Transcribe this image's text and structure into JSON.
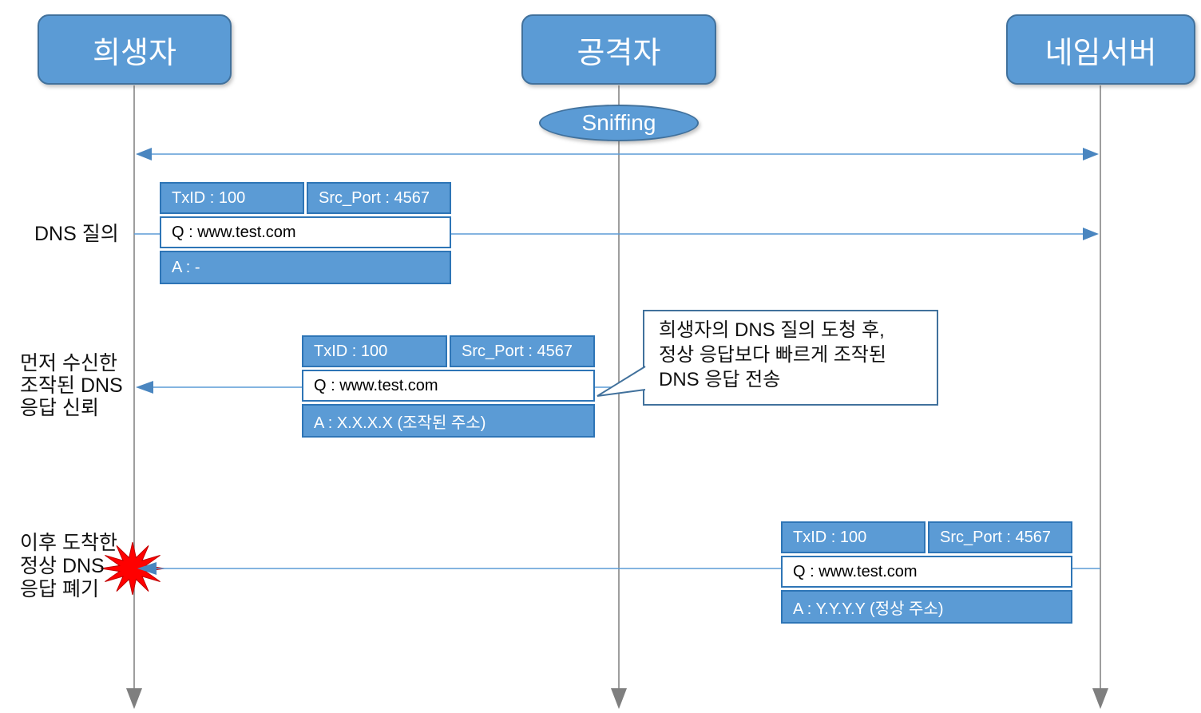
{
  "actors": {
    "victim": "희생자",
    "attacker": "공격자",
    "nameserver": "네임서버"
  },
  "sniffing_label": "Sniffing",
  "packets": [
    {
      "txid": "TxID : 100",
      "src_port": "Src_Port : 4567",
      "query": "Q : www.test.com",
      "answer": "A : -"
    },
    {
      "txid": "TxID : 100",
      "src_port": "Src_Port : 4567",
      "query": "Q : www.test.com",
      "answer": "A : X.X.X.X (조작된 주소)"
    },
    {
      "txid": "TxID : 100",
      "src_port": "Src_Port : 4567",
      "query": "Q : www.test.com",
      "answer": "A : Y.Y.Y.Y (정상 주소)"
    }
  ],
  "labels": {
    "dns_query": "DNS 질의",
    "trust_line1": "먼저 수신한",
    "trust_line2": "조작된 DNS",
    "trust_line3": "응답 신뢰",
    "discard_line1": "이후 도착한",
    "discard_line2": "정상 DNS",
    "discard_line3": "응답 폐기"
  },
  "callout": {
    "line1": "희생자의 DNS 질의 도청 후,",
    "line2": "정상 응답보다 빠르게 조작된",
    "line3": "DNS 응답 전송"
  },
  "colors": {
    "shape_fill": "#5B9BD5",
    "shape_border": "#41719C",
    "packet_border": "#2E75B6",
    "arrow_blue": "#5B9BD5",
    "arrowhead_blue": "#4A86C0",
    "lifeline_gray": "#7F7F7F",
    "burst_red": "#FF0000",
    "burst_red_dark": "#C00000"
  }
}
